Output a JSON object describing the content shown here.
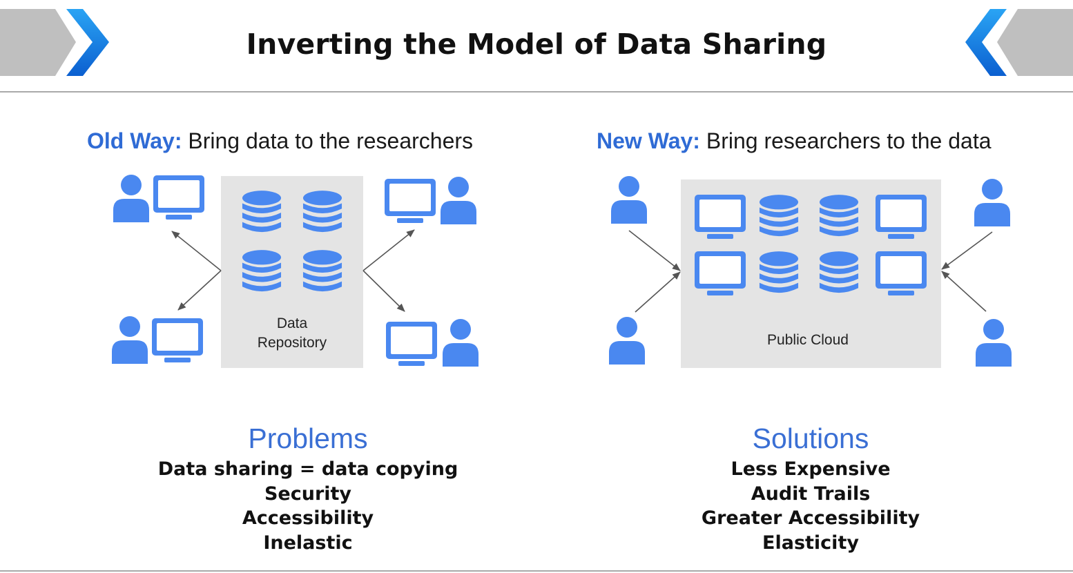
{
  "title": "Inverting the Model of Data Sharing",
  "colors": {
    "accent_blue": "#2f6bd5",
    "icon_blue": "#4a88f0",
    "box_gray": "#e4e4e4",
    "chevron_gray": "#bfbfbf"
  },
  "old_way": {
    "lead": "Old Way:",
    "text": " Bring data to the researchers",
    "box_label_line1": "Data",
    "box_label_line2": "Repository",
    "section_title": "Problems",
    "items": [
      "Data sharing = data copying",
      "Security",
      "Accessibility",
      "Inelastic"
    ]
  },
  "new_way": {
    "lead": "New Way:",
    "text": " Bring researchers to the data",
    "box_label": "Public Cloud",
    "section_title": "Solutions",
    "items": [
      "Less Expensive",
      "Audit Trails",
      "Greater Accessibility",
      "Elasticity"
    ]
  },
  "icons": [
    "chevron-right-icon",
    "chevron-left-icon",
    "person-icon",
    "monitor-icon",
    "database-icon",
    "arrow-icon"
  ]
}
